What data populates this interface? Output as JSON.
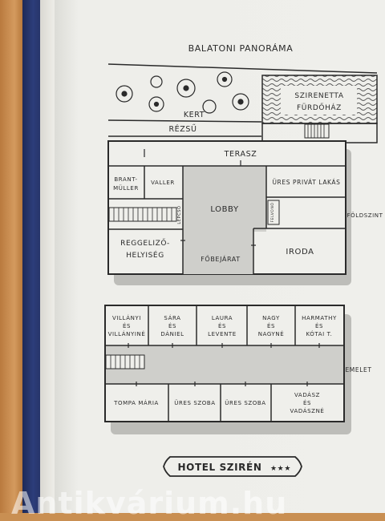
{
  "diagram": {
    "title": "BALATONI PANORÁMA",
    "garden": "KERT",
    "slope": "RÉZSŰ",
    "bath_line1": "SZIRENETTA",
    "bath_line2": "FÜRDŐHÁZ",
    "ground": {
      "floor_label": "FÖLDSZINT",
      "terrace": "TERASZ",
      "brant_line1": "BRANT-",
      "brant_line2": "MÜLLER",
      "valler": "VALLER",
      "empty_flat": "ÜRES PRIVÁT LAKÁS",
      "stairs": "LÉPCSŐ",
      "lobby": "LOBBY",
      "elevator": "FELVONÓ",
      "breakfast_line1": "REGGELIZŐ-",
      "breakfast_line2": "HELYISÉG",
      "main_entrance": "FŐBEJÁRAT",
      "office": "IRODA"
    },
    "upper": {
      "floor_label": "EMELET",
      "rooms_top": [
        [
          "VILLÁNYI",
          "ÉS",
          "VILLÁNYINÉ"
        ],
        [
          "SÁRA",
          "ÉS",
          "DÁNIEL"
        ],
        [
          "LAURA",
          "ÉS",
          "LEVENTE"
        ],
        [
          "NAGY",
          "ÉS",
          "NAGYNÉ"
        ],
        [
          "HARMATHY",
          "ÉS",
          "KÓTAI T."
        ]
      ],
      "rooms_bottom": [
        [
          "TOMPA MÁRIA"
        ],
        [
          "ÜRES SZOBA"
        ],
        [
          "ÜRES SZOBA"
        ],
        [
          "VADÁSZ",
          "ÉS",
          "VADÁSZNÉ"
        ]
      ]
    },
    "hotel_name": "HOTEL SZIRÉN",
    "hotel_stars": "★★★"
  },
  "watermark": "Antikvárium.hu",
  "colors": {
    "ink": "#2a2a2a",
    "shadow": "#bdbdb9",
    "corridor": "#cfcfcb",
    "paper": "#efefeb",
    "water": "#cfcfcb"
  }
}
